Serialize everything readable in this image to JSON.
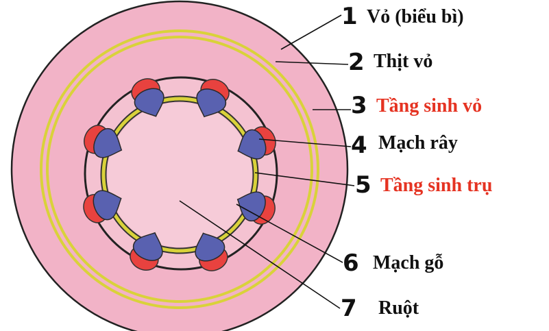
{
  "diagram": {
    "colors": {
      "outer_cortex": "#F2B3C7",
      "inner_zone": "#F4C2D1",
      "pith": "#F6CBD8",
      "ring_line": "#222222",
      "cambium_ring": "#D9D23A",
      "phloem": "#E8423F",
      "xylem": "#5961B0",
      "label_black": "#111111",
      "label_red": "#E53322"
    },
    "labels": [
      {
        "number": "1",
        "text": "Vỏ (biểu bì)",
        "color": "#111111"
      },
      {
        "number": "2",
        "text": "Thịt vỏ",
        "color": "#111111"
      },
      {
        "number": "3",
        "text": "Tầng sinh vỏ",
        "color": "#E53322"
      },
      {
        "number": "4",
        "text": "Mạch rây",
        "color": "#111111"
      },
      {
        "number": "5",
        "text": "Tầng sinh trụ",
        "color": "#E53322"
      },
      {
        "number": "6",
        "text": "Mạch gỗ",
        "color": "#111111"
      },
      {
        "number": "7",
        "text": "Ruột",
        "color": "#111111"
      }
    ],
    "vascular_bundle_count": 8
  }
}
